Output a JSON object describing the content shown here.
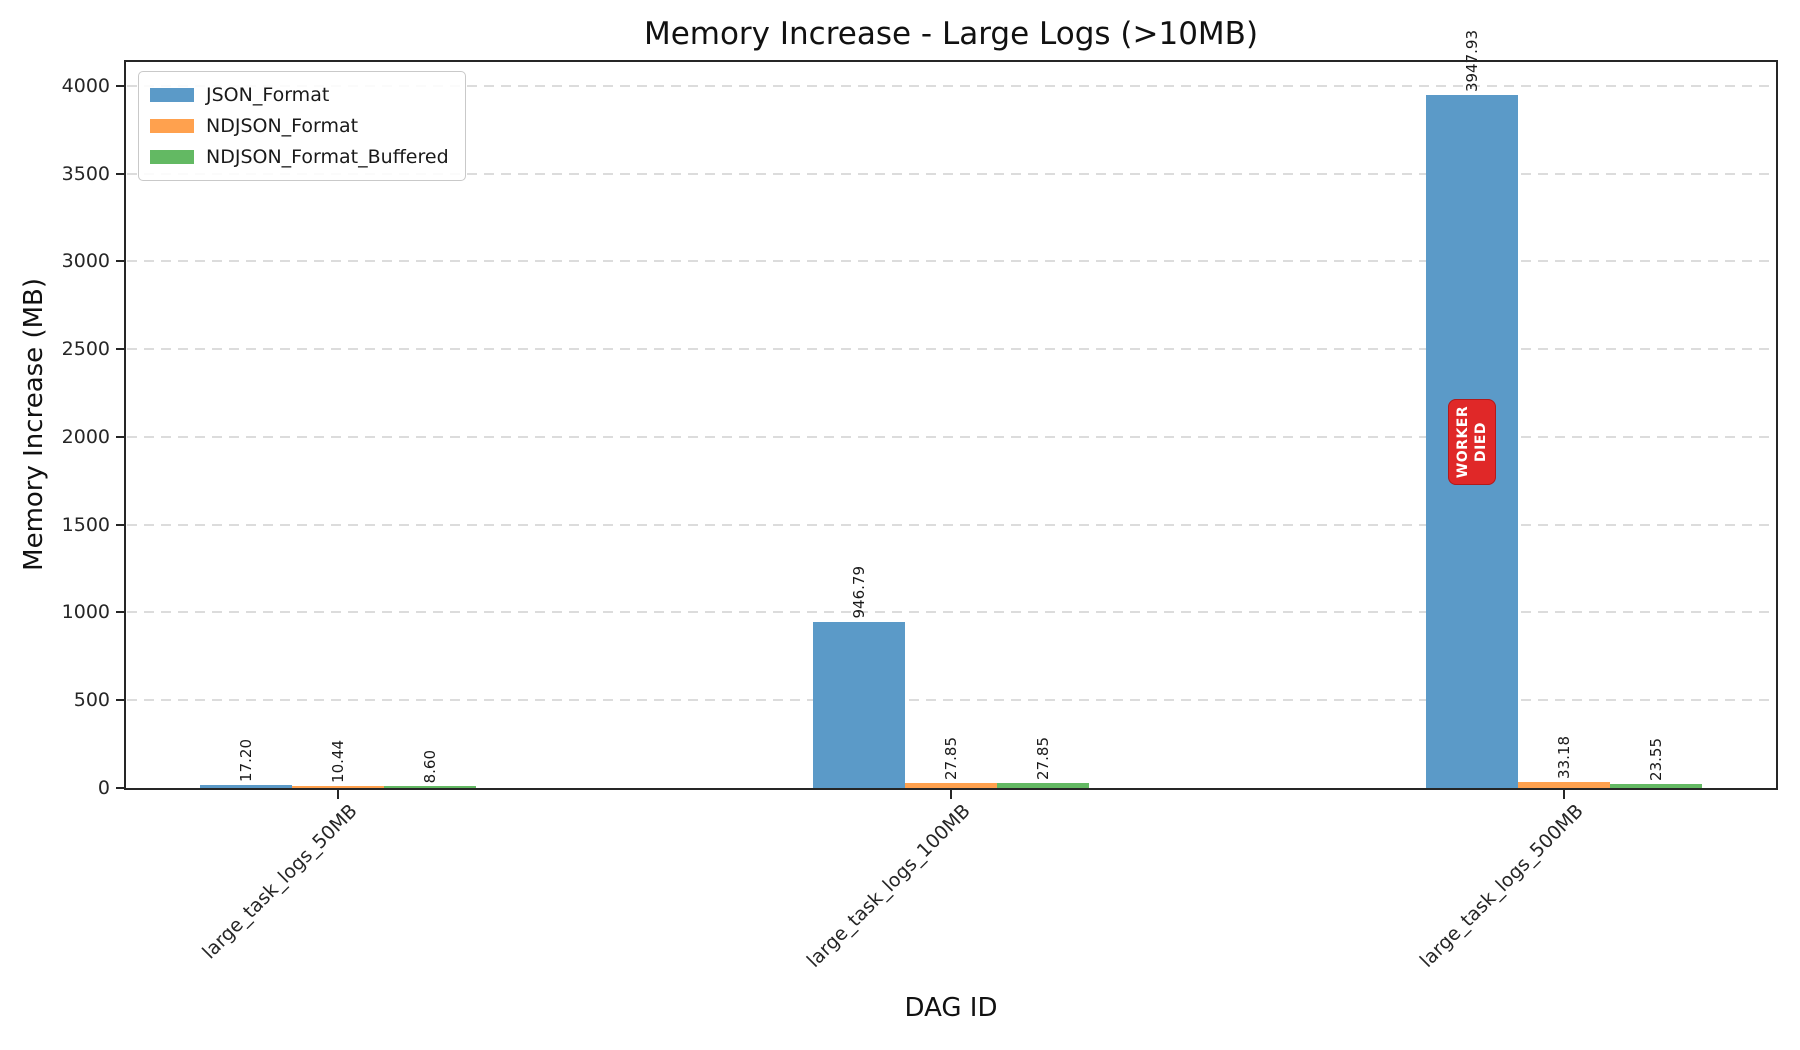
{
  "chart_data": {
    "type": "bar",
    "title": "Memory Increase - Large Logs (>10MB)",
    "xlabel": "DAG ID",
    "ylabel": "Memory Increase (MB)",
    "categories": [
      "large_task_logs_50MB",
      "large_task_logs_100MB",
      "large_task_logs_500MB"
    ],
    "series": [
      {
        "name": "JSON_Format",
        "color": "#5B9AC8",
        "values": [
          17.2,
          946.79,
          3947.93
        ],
        "labels": [
          "17.20",
          "946.79",
          "3947.93"
        ]
      },
      {
        "name": "NDJSON_Format",
        "color": "#FFA14E",
        "values": [
          10.44,
          27.85,
          33.18
        ],
        "labels": [
          "10.44",
          "27.85",
          "33.18"
        ]
      },
      {
        "name": "NDJSON_Format_Buffered",
        "color": "#63B963",
        "values": [
          8.6,
          27.85,
          23.55
        ],
        "labels": [
          "8.60",
          "27.85",
          "23.55"
        ]
      }
    ],
    "yticks": [
      0,
      500,
      1000,
      1500,
      2000,
      2500,
      3000,
      3500,
      4000
    ],
    "ylim": [
      0,
      4142
    ],
    "grid": "horizontal-dashed",
    "grid_color": "#dcdcdc",
    "legend_position": "upper-left",
    "spine_color": "#262626",
    "annotation": {
      "lines": [
        "WORKER",
        "DIED"
      ],
      "text": "WORKER DIED",
      "color": "#E02828",
      "text_color": "#ffffff",
      "category_index": 2,
      "series_index": 0
    }
  }
}
